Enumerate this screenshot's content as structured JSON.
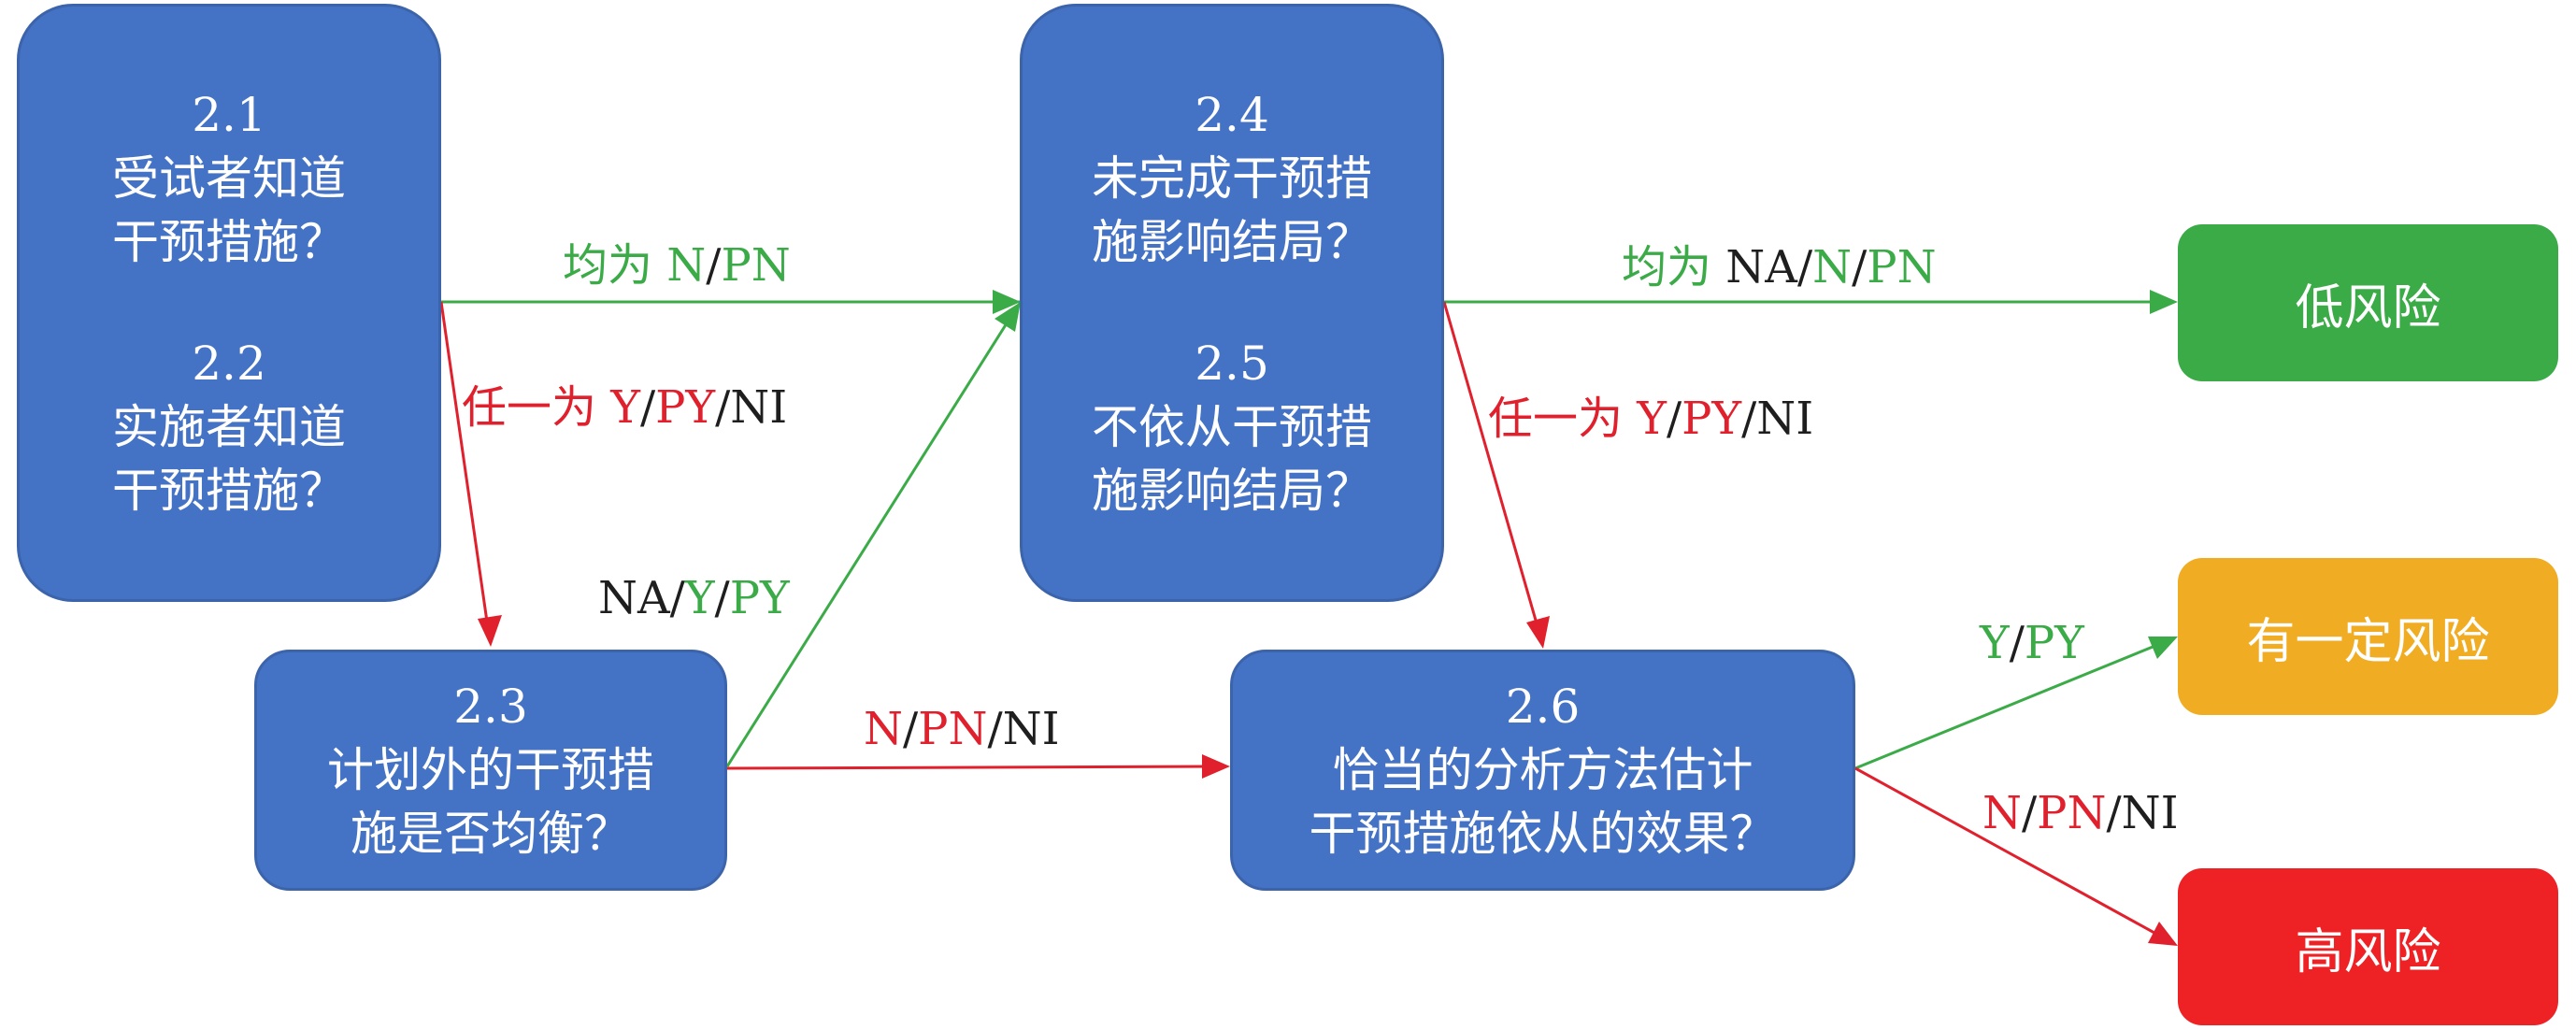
{
  "nodes": {
    "q21": {
      "num": "2.1",
      "line1": "受试者知道",
      "line2": "干预措施？"
    },
    "q22": {
      "num": "2.2",
      "line1": "实施者知道",
      "line2": "干预措施？"
    },
    "q23": {
      "num": "2.3",
      "line1": "计划外的干预措",
      "line2": "施是否均衡？"
    },
    "q24": {
      "num": "2.4",
      "line1": "未完成干预措",
      "line2": "施影响结局？"
    },
    "q25": {
      "num": "2.5",
      "line1": "不依从干预措",
      "line2": "施影响结局？"
    },
    "q26": {
      "num": "2.6",
      "line1": "恰当的分析方法估计",
      "line2": "干预措施依从的效果？"
    }
  },
  "results": {
    "low": "低风险",
    "some": "有一定风险",
    "high": "高风险"
  },
  "edge_labels": {
    "e1": {
      "prefix": "均为 ",
      "a": "N",
      "sep": "/",
      "b": "PN"
    },
    "e2": {
      "prefix": "任一为 ",
      "a": "Y",
      "sep1": "/",
      "b": "PY",
      "sep2": "/",
      "c": "NI"
    },
    "e3": {
      "a": "NA",
      "sep1": "/",
      "b": "Y",
      "sep2": "/",
      "c": "PY"
    },
    "e4": {
      "a": "N",
      "sep1": "/",
      "b": "PN",
      "sep2": "/",
      "c": "NI"
    },
    "e5": {
      "prefix": "均为 ",
      "a": "NA",
      "sep1": "/",
      "b": "N",
      "sep2": "/",
      "c": "PN"
    },
    "e6": {
      "prefix": "任一为 ",
      "a": "Y",
      "sep1": "/",
      "b": "PY",
      "sep2": "/",
      "c": "NI"
    },
    "e7": {
      "a": "Y",
      "sep": "/",
      "b": "PY"
    },
    "e8": {
      "a": "N",
      "sep1": "/",
      "b": "PN",
      "sep2": "/",
      "c": "NI"
    }
  },
  "colors": {
    "box": "#4472c4",
    "green": "#3bab48",
    "red": "#e0212d",
    "low": "#3bab48",
    "some": "#f0ac22",
    "high": "#ee2125"
  }
}
